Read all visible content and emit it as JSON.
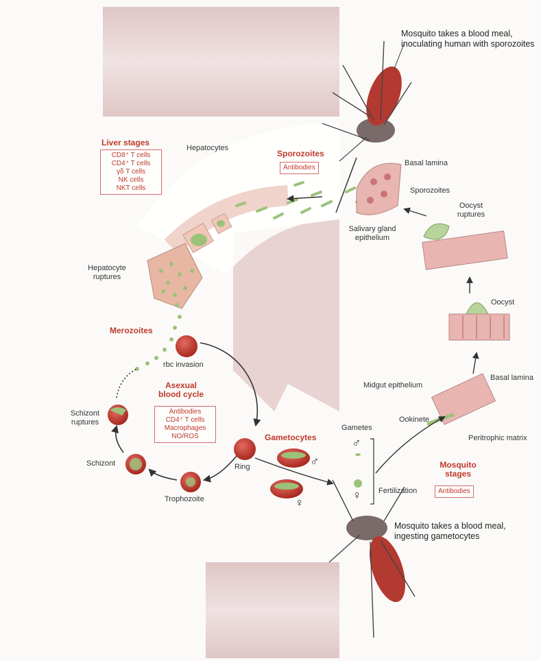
{
  "human": {
    "liver_stages": {
      "title": "Liver stages",
      "items": [
        "CD8⁺ T cells",
        "CD4⁺ T cells",
        "γδ T cells",
        "NK cells",
        "NKT cells"
      ]
    },
    "hepatocytes": "Hepatocytes",
    "sporozoites": {
      "title": "Sporozoites",
      "box": "Antibodies"
    },
    "hepatocyte_ruptures": "Hepatocyte ruptures",
    "merozoites": "Merozoites",
    "rbc_invasion": "rbc invasion",
    "asexual_cycle": {
      "title": "Asexual blood cycle",
      "items": [
        "Antibodies",
        "CD4⁺ T cells",
        "Macrophages",
        "NO/ROS"
      ]
    },
    "schizont_ruptures": "Schizont ruptures",
    "schizont": "Schizont",
    "trophozoite": "Trophozoite",
    "ring": "Ring",
    "gametocytes": "Gametocytes"
  },
  "mosquito": {
    "top_caption": "Mosquito takes a blood meal, inoculating human with sporozoites",
    "basal_lamina_top": "Basal lamina",
    "sporozoites": "Sporozoites",
    "salivary_gland": "Salivary gland epithelium",
    "oocyst_ruptures": "Oocyst ruptures",
    "oocyst": "Oocyst",
    "midgut_epithelium": "Midgut epithelium",
    "basal_lamina_mid": "Basal lamina",
    "ookinete": "Ookinete",
    "peritrophic_matrix": "Peritrophic matrix",
    "gametes": "Gametes",
    "fertilization": "Fertilization",
    "mosquito_stages": {
      "title": "Mosquito stages",
      "box": "Antibodies"
    },
    "bottom_caption": "Mosquito takes a blood meal, ingesting gametocytes"
  },
  "symbols": {
    "male": "♂",
    "female": "♀"
  },
  "colors": {
    "label_red": "#c0392b",
    "rbc_red": "#c0392b",
    "parasite_green": "#9cc27a",
    "skin_pink": "#e8cfcf"
  }
}
